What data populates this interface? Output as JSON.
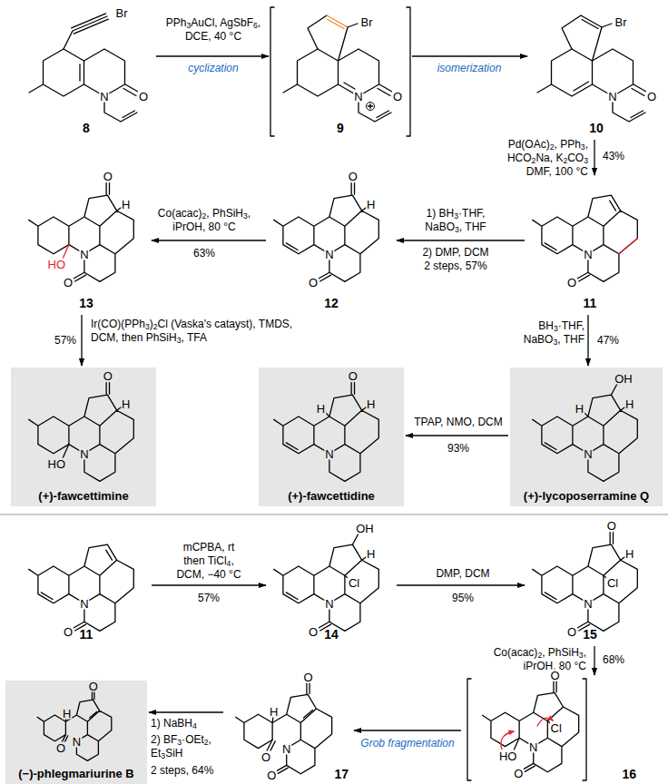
{
  "diagram": {
    "nodes": [
      {
        "text": [
          "8"
        ]
      },
      {
        "text": [
          "9"
        ]
      },
      {
        "text": [
          "10"
        ]
      },
      {
        "text": [
          "13"
        ]
      },
      {
        "text": [
          "12"
        ]
      },
      {
        "text": [
          "11"
        ]
      },
      {
        "text": [
          "(+)-fawcettimine"
        ]
      },
      {
        "text": [
          "(+)-fawcettidine"
        ]
      },
      {
        "text": [
          "(+)-lycoposerramine Q"
        ]
      },
      {
        "text": [
          "11"
        ]
      },
      {
        "text": [
          "14"
        ]
      },
      {
        "text": [
          "15"
        ]
      },
      {
        "text": [
          "(−)-phlegmariurine B"
        ]
      },
      {
        "text": [
          "17"
        ]
      },
      {
        "text": [
          "16"
        ]
      }
    ],
    "edges": [
      {
        "from": 0,
        "to": 1,
        "arrow": "to",
        "label": "PPh3AuCl, AgSbF6, DCE, 40 °C"
      },
      {
        "from": 1,
        "to": 2,
        "arrow": "to",
        "label": "isomerization"
      },
      {
        "from": 2,
        "to": 5,
        "arrow": "to",
        "label": "Pd(OAc)2, PPh3, HCO2Na, K2CO3 DMF, 100 °C"
      },
      {
        "from": 5,
        "to": 4,
        "arrow": "to",
        "label": "1) BH3·THF, NaBO3, THF"
      },
      {
        "from": 4,
        "to": 3,
        "arrow": "to",
        "label": "Co(acac)2, PhSiH3, iPrOH, 80 °C"
      },
      {
        "from": 3,
        "to": 6,
        "arrow": "to",
        "label": "Ir(CO)(PPh3)2Cl (Vaska's catayst), TMDS, DCM, then PhSiH3, TFA"
      },
      {
        "from": 5,
        "to": 8,
        "arrow": "to",
        "label": "BH3·THF, NaBO3, THF"
      },
      {
        "from": 8,
        "to": 7,
        "arrow": "to",
        "label": "TPAP, NMO, DCM"
      },
      {
        "from": 9,
        "to": 10,
        "arrow": "to",
        "label": "mCPBA, rt then TiCl4, DCM, −40 °C"
      },
      {
        "from": 10,
        "to": 11,
        "arrow": "to",
        "label": "DMP, DCM"
      },
      {
        "from": 11,
        "to": 14,
        "arrow": "to",
        "label": "Co(acac)2, PhSiH3, iPrOH, 80 °C"
      },
      {
        "from": 14,
        "to": 13,
        "arrow": "to",
        "label": "Grob fragmentation"
      },
      {
        "from": 13,
        "to": 12,
        "arrow": "to",
        "label": "1) NaBH4"
      }
    ],
    "labels": [
      "cyclization",
      "Br",
      "N",
      "O",
      "Br",
      "N",
      "O",
      "Br",
      "N",
      "O",
      "43%",
      "O",
      "HO",
      "H",
      "N",
      "O",
      "63%",
      "O",
      "H",
      "N",
      "O",
      "2) DMP, DCM",
      "2 steps, 57%",
      "N",
      "O",
      "57%",
      "47%",
      "O",
      "HO",
      "H",
      "N",
      "O",
      "H",
      "H",
      "N",
      "93%",
      "OH",
      "H",
      "H",
      "N",
      "N",
      "O",
      "57%",
      "OH",
      "H",
      "Cl",
      "N",
      "O",
      "95%",
      "O",
      "H",
      "Cl",
      "N",
      "O",
      "68%",
      "O",
      "H",
      "O",
      "N",
      "2) BF3·OEt2, Et3SiH",
      "2 steps, 64%",
      "O",
      "H",
      "O",
      "N",
      "O",
      "O",
      "HO",
      "Cl",
      "N",
      "O"
    ]
  }
}
